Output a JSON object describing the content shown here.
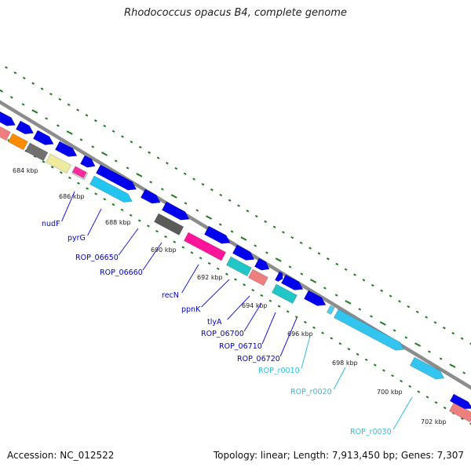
{
  "title": "Rhodococcus opacus B4, complete genome",
  "footer": {
    "accession": "Accession: NC_012522",
    "stats": "Topology: linear; Length: 7,913,450 bp; Genes: 7,307"
  },
  "colors": {
    "backbone": "#8c8c8c",
    "tick": "#1e7a1e",
    "forward_gene": "#0000ee",
    "gene_label": "#0000cc",
    "rna_label": "#33bbdd",
    "leader_line": "#1a1aee"
  },
  "scale_ticks": [
    {
      "label": "684 kbp"
    },
    {
      "label": "686 kbp"
    },
    {
      "label": "688 kbp"
    },
    {
      "label": "690 kbp"
    },
    {
      "label": "692 kbp"
    },
    {
      "label": "694 kbp"
    },
    {
      "label": "696 kbp"
    },
    {
      "label": "698 kbp"
    },
    {
      "label": "700 kbp"
    },
    {
      "label": "702 kbp"
    }
  ],
  "gene_labels": [
    {
      "name": "nudF",
      "type": "cds"
    },
    {
      "name": "pyrG",
      "type": "cds"
    },
    {
      "name": "ROP_06650",
      "type": "cds"
    },
    {
      "name": "ROP_06660",
      "type": "cds"
    },
    {
      "name": "recN",
      "type": "cds"
    },
    {
      "name": "ppnK",
      "type": "cds"
    },
    {
      "name": "tlyA",
      "type": "cds"
    },
    {
      "name": "ROP_06700",
      "type": "cds"
    },
    {
      "name": "ROP_06710",
      "type": "cds"
    },
    {
      "name": "ROP_06720",
      "type": "cds"
    },
    {
      "name": "ROP_r0010",
      "type": "rna"
    },
    {
      "name": "ROP_r0020",
      "type": "rna"
    },
    {
      "name": "ROP_r0030",
      "type": "rna"
    }
  ]
}
